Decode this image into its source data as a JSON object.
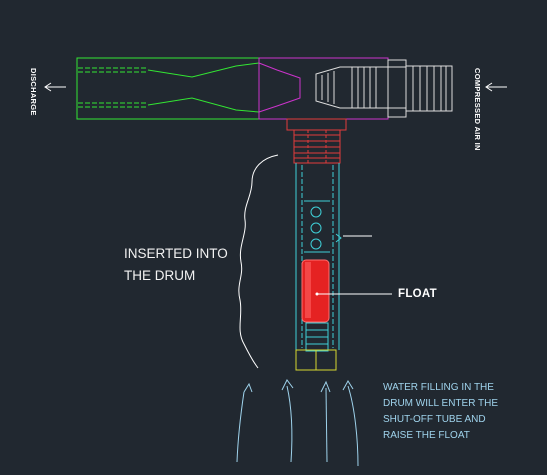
{
  "labels": {
    "discharge": "DISCHARGE",
    "compressed_air_in": "COMPRESSED AIR IN",
    "inserted_line1": "INSERTED INTO",
    "inserted_line2": "THE DRUM",
    "float": "FLOAT",
    "water_line1": "WATER FILLING IN THE",
    "water_line2": "DRUM WILL ENTER THE",
    "water_line3": "SHUT-OFF TUBE AND",
    "water_line4": "RAISE THE FLOAT"
  },
  "colors": {
    "background": "#212830",
    "body_outline": "#33e633",
    "inlet_outline": "#cc33cc",
    "nozzle": "#dddddd",
    "coupling": "#e23b3b",
    "tube": "#3fd0d8",
    "float_fill": "#e52222",
    "foot": "#d8d830",
    "annotation_text": "#9fd3ec"
  }
}
